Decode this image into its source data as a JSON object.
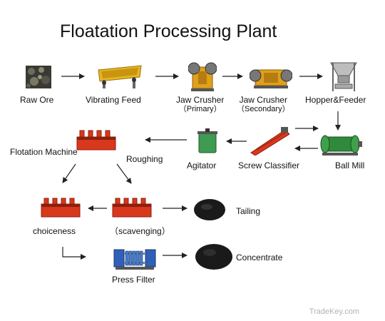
{
  "title": "Floatation Processing Plant",
  "watermark": "TradeKey.com",
  "nodes": {
    "raw_ore": {
      "label": "Raw Ore"
    },
    "vibrating_feed": {
      "label": "Vibrating Feed"
    },
    "jaw_crusher_primary": {
      "label": "Jaw Crusher",
      "sublabel": "（Primary）"
    },
    "jaw_crusher_secondary": {
      "label": "Jaw Crusher",
      "sublabel": "（Secondary）"
    },
    "hopper_feeder": {
      "label": "Hopper&Feeder"
    },
    "ball_mill": {
      "label": "Ball Mill"
    },
    "screw_classifier": {
      "label": "Screw Classifier"
    },
    "agitator": {
      "label": "Agitator"
    },
    "flotation_machine": {
      "label": "Flotation Machine"
    },
    "roughing": {
      "label": "Roughing"
    },
    "choiceness": {
      "label": "choiceness"
    },
    "scavenging": {
      "label": "（scavenging）"
    },
    "tailing": {
      "label": "Tailing"
    },
    "press_filter": {
      "label": "Press Filter"
    },
    "concentrate": {
      "label": "Concentrate"
    }
  },
  "colors": {
    "machine_red": "#d8381c",
    "machine_dark": "#8e1f0c",
    "feeder_yellow": "#e8b520",
    "crusher_body": "#e0a01a",
    "steel": "#9a9a9a",
    "agitator_green": "#3f9a52",
    "ball_mill_green": "#2f8a3c",
    "press_blue": "#2f5fb8",
    "powder_black": "#1a1a1a",
    "arrow": "#222222"
  }
}
